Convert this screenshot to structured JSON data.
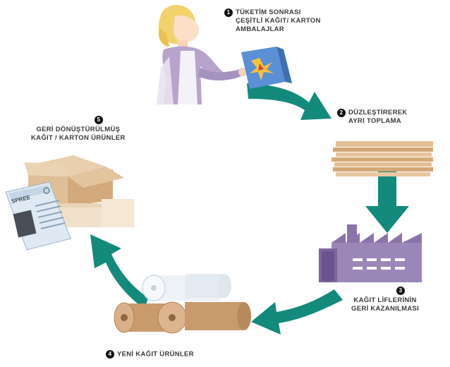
{
  "steps": [
    {
      "number": "1",
      "lines": [
        "TÜKETİM SONRASI",
        "ÇEŞİTLİ KAĞIT/ KARTON",
        "AMBALAJLAR"
      ]
    },
    {
      "number": "2",
      "lines": [
        "DÜZLEŞTİREREK",
        "AYRI TOPLAMA"
      ]
    },
    {
      "number": "3",
      "lines": [
        "KAĞIT LİFLERİNİN",
        "GERİ KAZANILMASI"
      ]
    },
    {
      "number": "4",
      "lines": [
        "YENİ KAĞIT ÜRÜNLER"
      ]
    },
    {
      "number": "5",
      "lines": [
        "GERİ DÖNÜŞTÜRÜLMÜŞ",
        "KAĞIT / KARTON ÜRÜNLER"
      ]
    }
  ],
  "newspaper_title": "SPREE",
  "colors": {
    "arrow": "#138a7c",
    "cardboard": "#d9b48c",
    "factory": "#9b86b8",
    "person_top": "#b7a3cc",
    "hair": "#f2d36b"
  }
}
